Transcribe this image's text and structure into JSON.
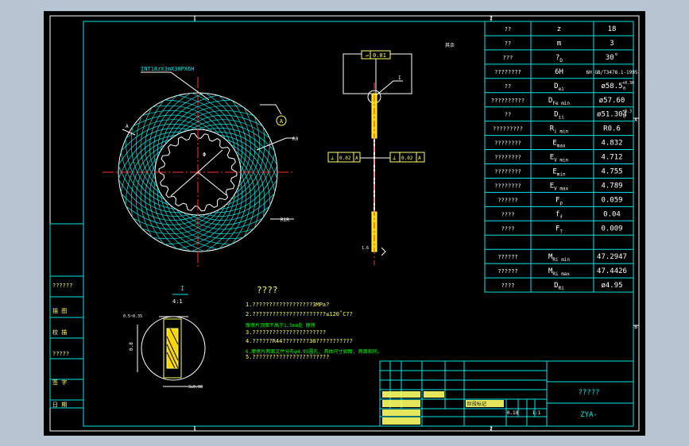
{
  "params": [
    {
      "name": "??",
      "sym": "z",
      "sub": "",
      "val": "18"
    },
    {
      "name": "??",
      "sym": "m",
      "sub": "",
      "val": "3"
    },
    {
      "name": "???",
      "sym": "?",
      "sub": "D",
      "val": "30˚"
    },
    {
      "name": "????????",
      "sym": "6H",
      "sub": "",
      "val": "6H GB/T3478.1-1995"
    },
    {
      "name": "??",
      "sym": "D",
      "sub": "ei",
      "val": "ø58.5",
      "sup": "+0.30",
      "supsub": "0"
    },
    {
      "name": "??????????",
      "sym": "D",
      "sub": "Fe min",
      "val": "ø57.60"
    },
    {
      "name": "??",
      "sym": "D",
      "sub": "ii",
      "val": "ø51.304",
      "sup": "+0.3",
      "supsub": "0"
    },
    {
      "name": "?????????",
      "sym": "R",
      "sub": "i min",
      "val": "R0.6"
    },
    {
      "name": "????????",
      "sym": "E",
      "sub": "max",
      "val": "4.832"
    },
    {
      "name": "????????",
      "sym": "E",
      "sub": "V min",
      "val": "4.712"
    },
    {
      "name": "????????",
      "sym": "E",
      "sub": "min",
      "val": "4.755"
    },
    {
      "name": "????????",
      "sym": "E",
      "sub": "V max",
      "val": "4.789"
    },
    {
      "name": "??????",
      "sym": "F",
      "sub": "p",
      "val": "0.059"
    },
    {
      "name": "????",
      "sym": "f",
      "sub": "f",
      "val": "0.04"
    },
    {
      "name": "????",
      "sym": "F",
      "sub": "?",
      "val": "0.009"
    },
    {
      "name": "",
      "sym": "",
      "sub": "",
      "val": ""
    },
    {
      "name": "??????",
      "sym": "M",
      "sub": "Ri min",
      "val": "47.2947"
    },
    {
      "name": "??????",
      "sym": "M",
      "sub": "Ri max",
      "val": "47.4426"
    },
    {
      "name": "????",
      "sym": "D",
      "sub": "Ri",
      "val": "ø4.95"
    }
  ],
  "spline_label": "INT18zX3mX30PX6H",
  "datum_label": "A",
  "flatness": {
    "symbol": "▱",
    "value": "0.01"
  },
  "perp_left": {
    "symbol": "⊥",
    "value": "0.02",
    "datum": "A"
  },
  "perp_right": {
    "symbol": "⊥",
    "value": "0.02",
    "datum": "A"
  },
  "detail_label": "I",
  "detail_scale": "4:1",
  "roughness_note": "其余",
  "tech": {
    "title": "????",
    "lines": [
      "1.??????????????????3MPa?",
      "2.??????????????????????≤120˚C??",
      "3.??????????????????????",
      "4.??????R44????????30???????????",
      "5.???????????????????????"
    ],
    "overlay1": "摩擦片顶面不高于1.5mm处 摩擦",
    "overlay2": "6.摩擦片两面文件分布φ4.95圆孔, 具体尺寸如图, 两面相同。"
  },
  "detail_dims": {
    "top": "0.5~0.35",
    "left": "0.8",
    "bottom": "3±0.08"
  },
  "side_box": [
    "??????",
    "描 图",
    "校 描",
    "?????",
    "签 字",
    "日 期"
  ],
  "titleblock": {
    "drawing_name": "?????",
    "drawing_no": "ZYA-",
    "weight": "0.18",
    "scale": "1:1",
    "stage_label": "阶段标记"
  },
  "grid_top": [
    "1",
    "2"
  ],
  "grid_side": [
    "A",
    "B"
  ]
}
